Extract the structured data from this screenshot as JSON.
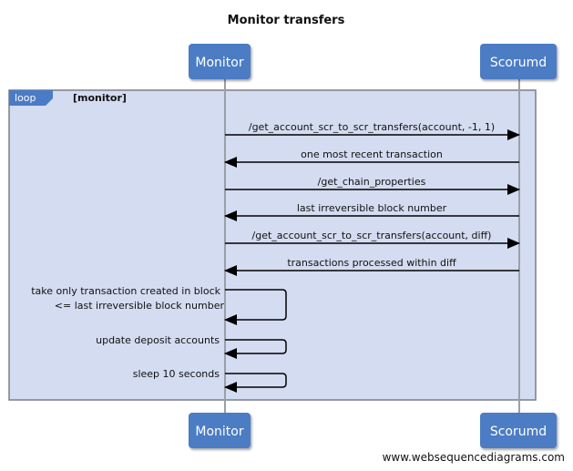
{
  "title": "Monitor transfers",
  "actors": {
    "monitor": "Monitor",
    "scorumd": "Scorumd"
  },
  "loop": {
    "tag": "loop",
    "condition": "[monitor]"
  },
  "messages": [
    "/get_account_scr_to_scr_transfers(account, -1, 1)",
    "one most recent transaction",
    "/get_chain_properties",
    "last irreversible block number",
    "/get_account_scr_to_scr_transfers(account, diff)",
    "transactions processed within diff"
  ],
  "self_messages": {
    "filter_line1": "take only transaction created in block",
    "filter_line2": "<= last irreversible block number",
    "update": "update deposit accounts",
    "sleep": "sleep 10 seconds"
  },
  "credit": "www.websequencediagrams.com",
  "colors": {
    "actor_fill": "#4b7bc4",
    "loop_fill": "#d4dcf1",
    "loop_border": "#7a7f89",
    "lifeline": "#9aa0a8"
  }
}
